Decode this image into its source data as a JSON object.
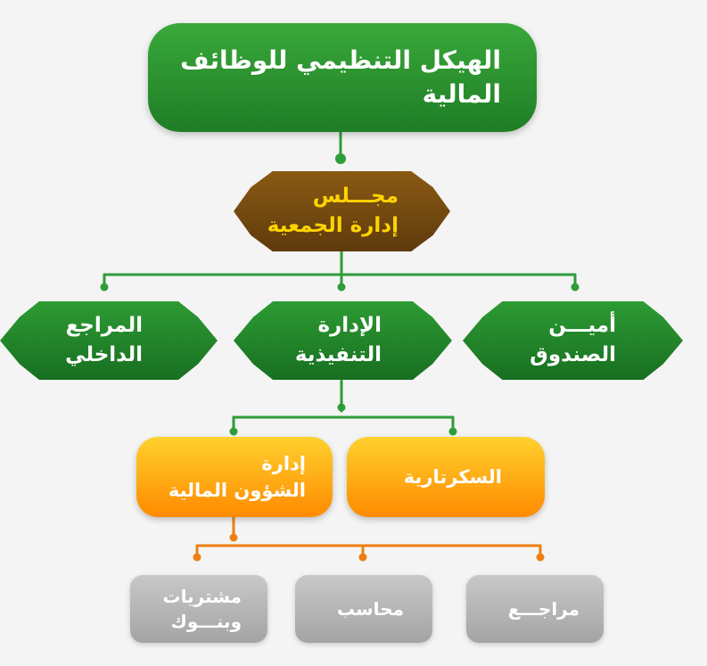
{
  "colors": {
    "green_line": "#2f9c3a",
    "orange_line": "#ee7f12",
    "green_node": "#22842a",
    "brown_node": "#6c4310",
    "gold_text": "#ffd400",
    "orange_node": "#ff9c12",
    "gray_node": "#b8b8b8"
  },
  "diagram": {
    "root": {
      "lines": [
        "الهيكل التنظيمي للوظائف",
        "المالية"
      ]
    },
    "board": {
      "lines": [
        "مجـــلس",
        "إدارة الجمعية"
      ]
    },
    "level2": [
      {
        "id": "treasurer",
        "lines": [
          "أميـــن",
          "الصندوق"
        ]
      },
      {
        "id": "executive",
        "lines": [
          "الإدارة",
          "التنفيذية"
        ]
      },
      {
        "id": "internal-auditor",
        "lines": [
          "المراجع",
          "الداخلي"
        ]
      }
    ],
    "level3": [
      {
        "id": "secretariat",
        "lines": [
          "السكرتارية"
        ]
      },
      {
        "id": "financial-affairs",
        "lines": [
          "إدارة",
          "الشؤون المالية"
        ]
      }
    ],
    "level4": [
      {
        "id": "auditor",
        "lines": [
          "مراجـــع"
        ]
      },
      {
        "id": "accountant",
        "lines": [
          "محاسب"
        ]
      },
      {
        "id": "purchases-banks",
        "lines": [
          "مشتريات",
          "وبنـــوك"
        ]
      }
    ]
  }
}
